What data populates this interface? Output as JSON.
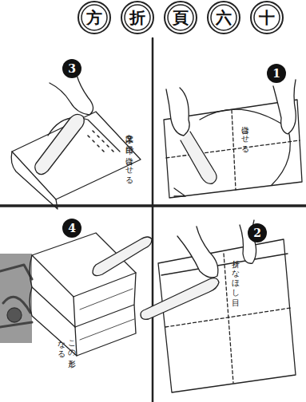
{
  "diagram": {
    "nodes": [
      {
        "text": [
          "十"
        ]
      },
      {
        "text": [
          "六"
        ]
      },
      {
        "text": [
          "頁"
        ]
      },
      {
        "text": [
          "折"
        ]
      },
      {
        "text": [
          "方"
        ]
      },
      {
        "text": [
          "1"
        ]
      },
      {
        "text": [
          "2"
        ]
      },
      {
        "text": [
          "3"
        ]
      },
      {
        "text": [
          "4"
        ]
      }
    ],
    "labels": [
      "合はせる",
      "折りなほし目",
      "文字又は目印で合はせる",
      "この形となる"
    ]
  }
}
